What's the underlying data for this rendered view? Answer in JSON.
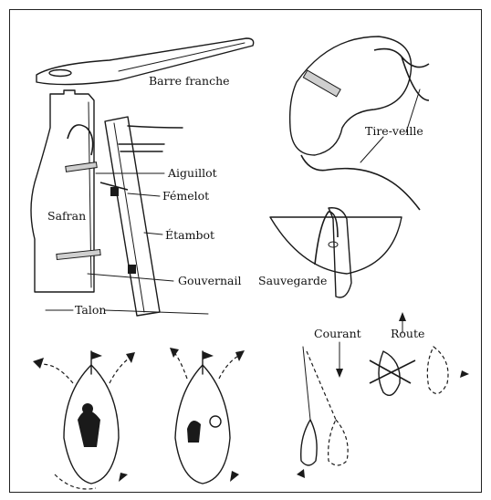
{
  "labels": {
    "barre_franche": "Barre franche",
    "aiguillot": "Aiguillot",
    "femelot": "Fémelot",
    "safran": "Safran",
    "etambot": "Étambot",
    "gouvernail": "Gouvernail",
    "talon": "Talon",
    "tire_veille": "Tire-veille",
    "sauvegarde": "Sauvegarde",
    "courant": "Courant",
    "route": "Route"
  }
}
